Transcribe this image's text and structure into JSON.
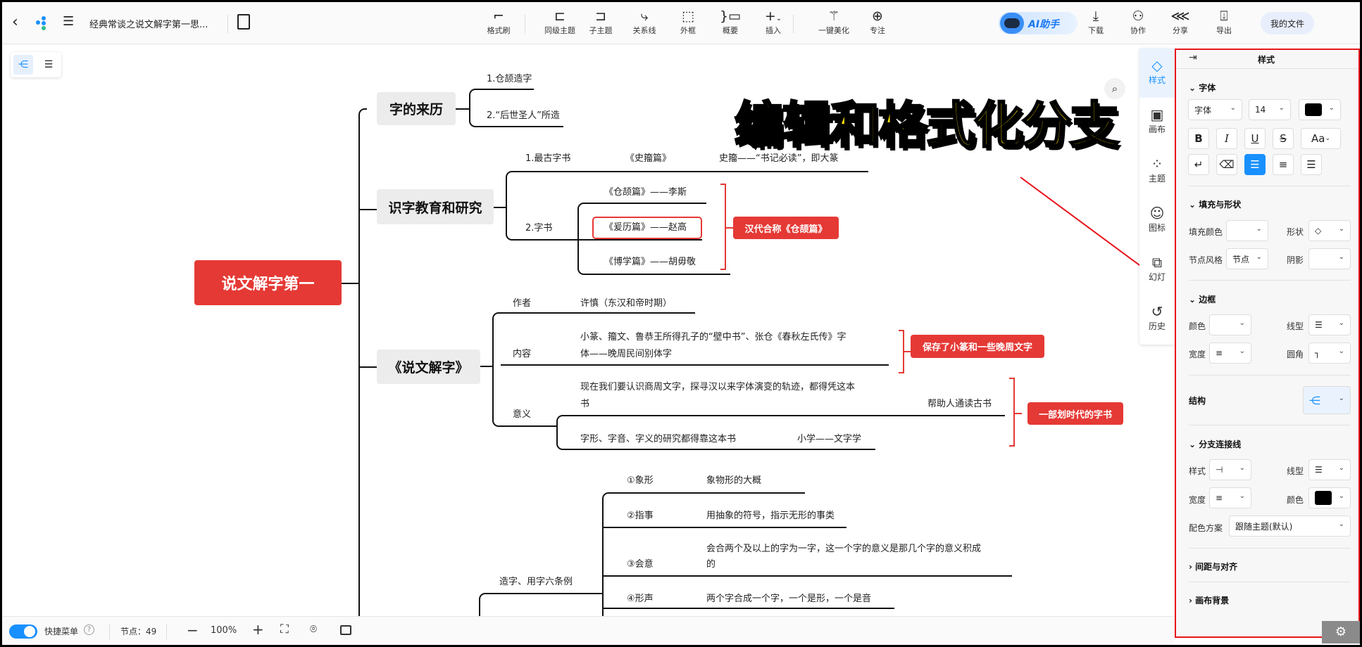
{
  "header": {
    "doc_title": "经典常谈之说文解字第一思...",
    "tools": [
      {
        "label": "格式刷",
        "icon": "format-painter-icon"
      },
      {
        "label": "同级主题",
        "icon": "sibling-topic-icon"
      },
      {
        "label": "子主题",
        "icon": "subtopic-icon"
      },
      {
        "label": "关系线",
        "icon": "relation-line-icon"
      },
      {
        "label": "外框",
        "icon": "boundary-icon"
      },
      {
        "label": "概要",
        "icon": "summary-icon"
      },
      {
        "label": "插入",
        "icon": "plus-icon"
      },
      {
        "label": "一键美化",
        "icon": "magic-wand-icon"
      },
      {
        "label": "专注",
        "icon": "focus-icon"
      }
    ],
    "ai_label": "AI助手",
    "right_tools": [
      {
        "label": "下载",
        "icon": "download-icon"
      },
      {
        "label": "协作",
        "icon": "collaborate-icon"
      },
      {
        "label": "分享",
        "icon": "share-icon"
      },
      {
        "label": "导出",
        "icon": "export-icon"
      }
    ],
    "my_files": "我的文件"
  },
  "overlay_title": "编辑和格式化分支",
  "mindmap": {
    "root": "说文解字第一",
    "b1": {
      "title": "字的来历",
      "items": [
        "1.仓颉造字",
        "2.“后世圣人”所造"
      ]
    },
    "b2": {
      "title": "识字教育和研究",
      "c1": {
        "label": "1.最古字书",
        "v1": "《史籀篇》",
        "v2": "史籀——“书记必读”，即大篆"
      },
      "c2": {
        "label": "2.字书",
        "items": [
          "《仓颉篇》——李斯",
          "《爰历篇》——赵高",
          "《博学篇》——胡毋敬"
        ],
        "summary": "汉代合称《仓颉篇》"
      }
    },
    "b3": {
      "title": "《说文解字》",
      "author_label": "作者",
      "author": "许慎（东汉和帝时期）",
      "content_label": "内容",
      "content_l1": "小篆、籀文、鲁恭王所得孔子的“壁中书”、张仓《春秋左氏传》字",
      "content_l2": "体——晚周民间别体字",
      "content_summary": "保存了小篆和一些晚周文字",
      "meaning_label": "意义",
      "m1_l1": "现在我们要认识商周文字，探寻汉以来字体演变的轨迹，都得凭这本",
      "m1_l2": "书",
      "m1_v": "帮助人通读古书",
      "m2": "字形、字音、字义的研究都得靠这本书",
      "m2_v": "小学——文字学",
      "meaning_summary": "一部划时代的字书"
    },
    "b4": {
      "label": "造字、用字六条例",
      "items": [
        {
          "k": "①象形",
          "v": "象物形的大概"
        },
        {
          "k": "②指事",
          "v": "用抽象的符号，指示无形的事类"
        },
        {
          "k": "③会意",
          "v": "会合两个及以上的字为一字，这一个字的意义是那几个字的意义积成",
          "v2": "的"
        },
        {
          "k": "④形声",
          "v": "两个字合成一个字，一个是形，一个是音"
        }
      ]
    }
  },
  "side_tabs": [
    "样式",
    "画布",
    "主题",
    "图标",
    "幻灯",
    "历史"
  ],
  "panel": {
    "title": "样式",
    "font": {
      "title": "字体",
      "family": "字体",
      "size": "14",
      "color": "#000000"
    },
    "fill": {
      "title": "填充与形状",
      "fill_color": "填充颜色",
      "shape": "形状",
      "node_style": "节点风格",
      "node_style_value": "节点",
      "shadow": "阴影"
    },
    "border": {
      "title": "边框",
      "color": "颜色",
      "line_type": "线型",
      "width": "宽度",
      "corner": "圆角"
    },
    "structure": "结构",
    "branch": {
      "title": "分支连接线",
      "style": "样式",
      "line_type": "线型",
      "width": "宽度",
      "color": "颜色",
      "color_value": "#000000",
      "scheme": "配色方案",
      "scheme_value": "跟随主题(默认)"
    },
    "spacing": "间距与对齐",
    "background": "画布背景"
  },
  "footer": {
    "quick_menu": "快捷菜单",
    "quick_menu_on": true,
    "nodes": "节点：49",
    "zoom": "100%"
  },
  "colors": {
    "accent": "#1890ff",
    "red": "#e53935",
    "title_yellow": "#ffe100"
  }
}
